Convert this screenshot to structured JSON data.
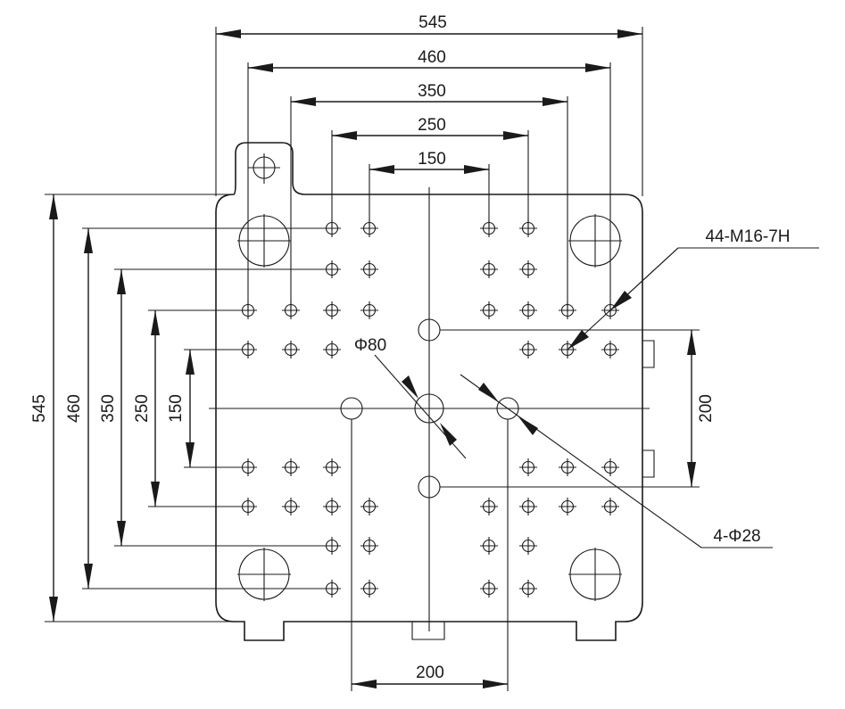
{
  "dimensions": {
    "top": [
      "545",
      "460",
      "350",
      "250",
      "150"
    ],
    "left": [
      "545",
      "460",
      "350",
      "250",
      "150"
    ],
    "right": "200",
    "bottom": "200"
  },
  "labels": {
    "thread_holes": "44-M16-7H",
    "center_bore": "Φ80",
    "ejector_holes": "4-Φ28"
  }
}
